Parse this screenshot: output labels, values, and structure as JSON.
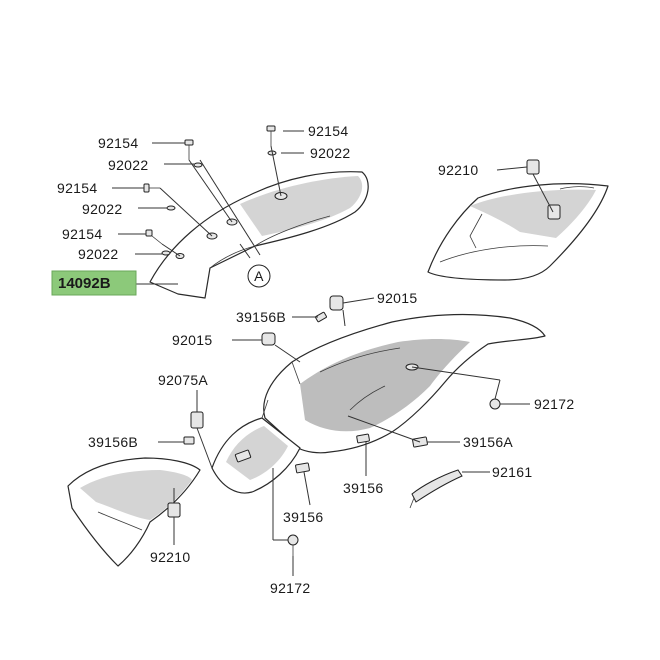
{
  "diagram": {
    "highlight_color": "#8cc97a",
    "ref_circle": "A",
    "labels": {
      "l_92154_a": "92154",
      "l_92022_a": "92022",
      "l_92154_b": "92154",
      "l_92022_b": "92022",
      "l_92154_c": "92154",
      "l_92022_c": "92022",
      "l_92154_d": "92154",
      "l_92022_d": "92022",
      "l_14092b": "14092B",
      "l_92210_a": "92210",
      "l_92015_a": "92015",
      "l_39156b_a": "39156B",
      "l_92015_b": "92015",
      "l_92075a": "92075A",
      "l_92172_a": "92172",
      "l_39156b_b": "39156B",
      "l_39156a": "39156A",
      "l_92161": "92161",
      "l_39156_a": "39156",
      "l_39156_b": "39156",
      "l_92210_b": "92210",
      "l_92172_b": "92172"
    }
  }
}
